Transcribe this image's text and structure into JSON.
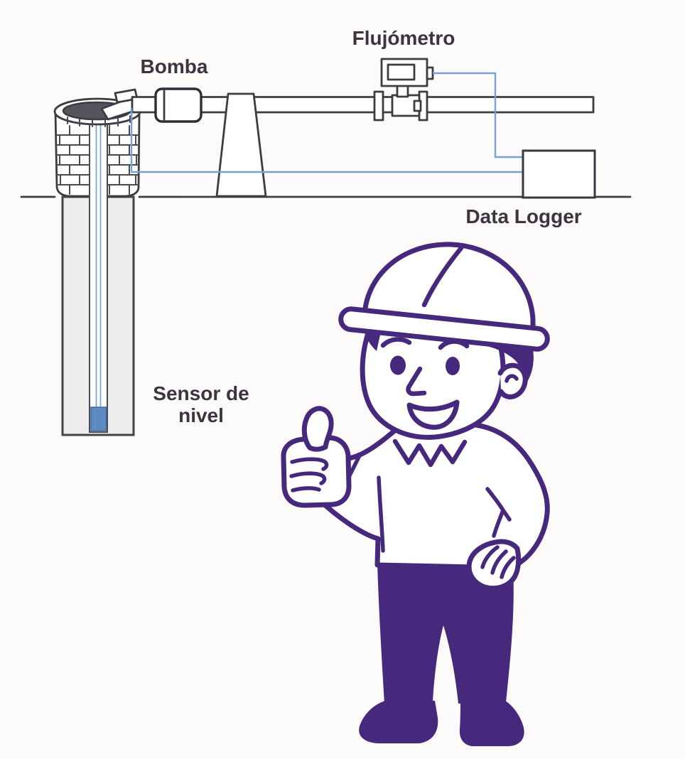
{
  "labels": {
    "pump": "Bomba",
    "flowmeter": "Flujómetro",
    "data_logger": "Data Logger",
    "level_sensor_line1": "Sensor de",
    "level_sensor_line2": "nivel"
  },
  "figures": {
    "well": "brick well with open top",
    "borehole": "borehole shaft below ground with inner tube",
    "level_sensor": "blue level sensor at bottom of tube",
    "pump": "inline pump on pipe",
    "support": "pipe support stand",
    "flowmeter": "flow meter with display unit",
    "data_logger": "data logger box on ground",
    "character": "engineer with hard hat giving thumbs up"
  },
  "colors": {
    "background": "#fcfbf9",
    "diagram_line": "#3f3b42",
    "text": "#3a3540",
    "cable_blue": "#74a3d2",
    "sensor_blue": "#5d8ac2",
    "well_opening": "#56535c",
    "borehole_fill": "#ededeb",
    "character_purple": "#46287c"
  }
}
